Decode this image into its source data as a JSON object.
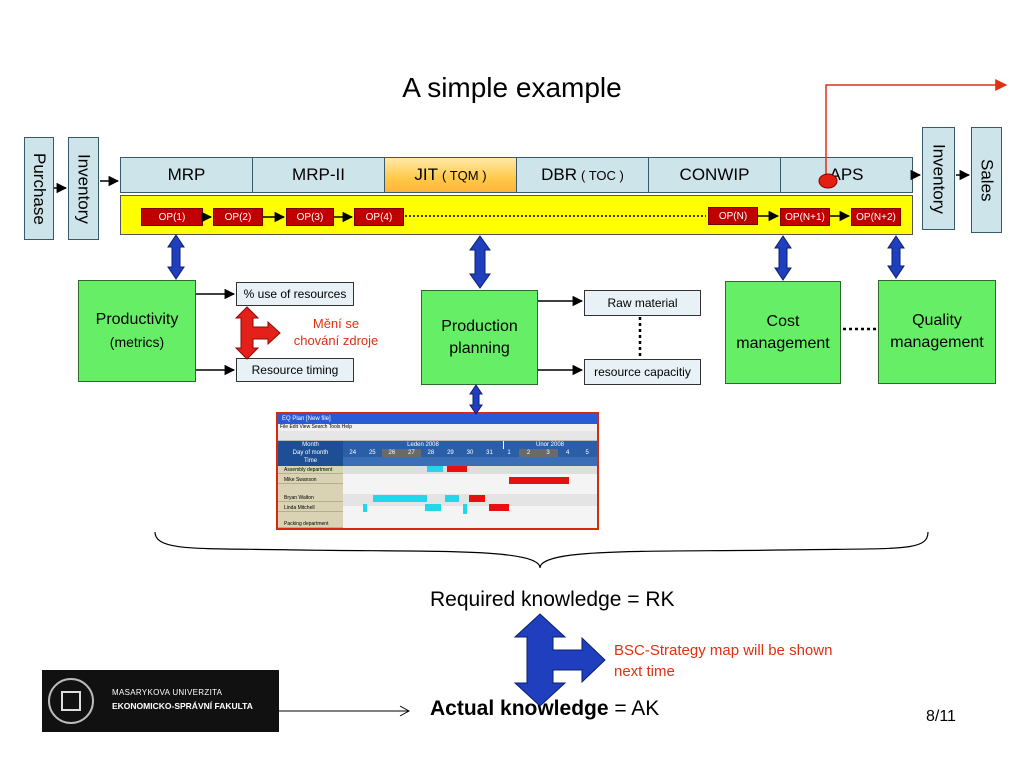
{
  "title": "A simple example",
  "left_boxes": {
    "purchase": "Purchase",
    "inventory": "Inventory"
  },
  "right_boxes": {
    "inventory": "Inventory",
    "sales": "Sales"
  },
  "methods": [
    {
      "label": "MRP",
      "note": ""
    },
    {
      "label": "MRP-II",
      "note": ""
    },
    {
      "label": "JIT",
      "note": "( TQM )"
    },
    {
      "label": "DBR",
      "note": "( TOC )"
    },
    {
      "label": "CONWIP",
      "note": ""
    },
    {
      "label": "APS",
      "note": ""
    }
  ],
  "operations": [
    "OP(1)",
    "OP(2)",
    "OP(3)",
    "OP(4)",
    "OP(N)",
    "OP(N+1)",
    "OP(N+2)"
  ],
  "productivity": {
    "title": "Productivity",
    "subtitle": "(metrics)"
  },
  "use_of_resources": "% use of resources",
  "resource_timing": "Resource timing",
  "change_note": {
    "line1": "Mění se",
    "line2": "chování  zdroje"
  },
  "production_planning": {
    "line1": "Production",
    "line2": "planning"
  },
  "raw_material": "Raw material",
  "resource_capacity": "resource capacitiy",
  "cost_management": {
    "line1": "Cost",
    "line2": "management"
  },
  "quality_management": {
    "line1": "Quality",
    "line2": "management"
  },
  "gantt": {
    "window_title": "EQ Plan [New file]",
    "menu": "File  Edit  View  Search  Tools  Help",
    "month_label": "Month",
    "day_label": "Day of month",
    "time_label": "Time",
    "month1": "Leden 2008",
    "month2": "Únor 2008",
    "days": [
      "24",
      "25",
      "26",
      "27",
      "28",
      "29",
      "30",
      "31",
      "1",
      "2",
      "3",
      "4",
      "5"
    ],
    "rows": [
      "Assembly department",
      "Mike Swanson",
      "Bryan Walton",
      "Linda Mitchell",
      "Packing department"
    ]
  },
  "required_knowledge": "Required knowledge =  RK",
  "bsc_note": {
    "line1": "BSC-Strategy map will be shown",
    "line2": "next time"
  },
  "actual_knowledge": {
    "bold": "Actual knowledge",
    "rest": " = AK"
  },
  "logo": {
    "line1": "MASARYKOVA UNIVERZITA",
    "line2": "EKONOMICKO-SPRÁVNÍ FAKULTA"
  },
  "page_number": "8/11",
  "colors": {
    "red": "#c00000",
    "green": "#66ee66",
    "blue": "#1f3fbf",
    "light_blue": "#cde4ea",
    "yellow": "#ffff00",
    "note_red": "#e03010"
  }
}
